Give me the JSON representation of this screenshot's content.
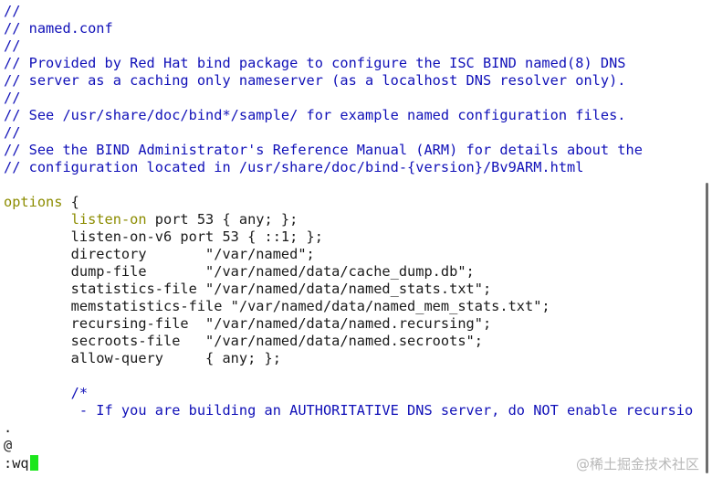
{
  "editor": {
    "lines": [
      {
        "text": "//",
        "style": "comment"
      },
      {
        "text": "// named.conf",
        "style": "comment"
      },
      {
        "text": "//",
        "style": "comment"
      },
      {
        "text": "// Provided by Red Hat bind package to configure the ISC BIND named(8) DNS",
        "style": "comment"
      },
      {
        "text": "// server as a caching only nameserver (as a localhost DNS resolver only).",
        "style": "comment"
      },
      {
        "text": "//",
        "style": "comment"
      },
      {
        "text": "// See /usr/share/doc/bind*/sample/ for example named configuration files.",
        "style": "comment"
      },
      {
        "text": "//",
        "style": "comment"
      },
      {
        "text": "// See the BIND Administrator's Reference Manual (ARM) for details about the",
        "style": "comment"
      },
      {
        "text": "// configuration located in /usr/share/doc/bind-{version}/Bv9ARM.html",
        "style": "comment"
      },
      {
        "text": "",
        "style": "plain"
      },
      {
        "text": "options {",
        "style": "keyword_first",
        "keyword": "options",
        "rest": " {"
      },
      {
        "text": "        listen-on port 53 { any; };",
        "style": "keyword_indent",
        "indent": "        ",
        "keyword": "listen-on",
        "rest": " port 53 { any; };"
      },
      {
        "text": "        listen-on-v6 port 53 { ::1; };",
        "style": "plain"
      },
      {
        "text": "        directory       \"/var/named\";",
        "style": "plain"
      },
      {
        "text": "        dump-file       \"/var/named/data/cache_dump.db\";",
        "style": "plain"
      },
      {
        "text": "        statistics-file \"/var/named/data/named_stats.txt\";",
        "style": "plain"
      },
      {
        "text": "        memstatistics-file \"/var/named/data/named_mem_stats.txt\";",
        "style": "plain"
      },
      {
        "text": "        recursing-file  \"/var/named/data/named.recursing\";",
        "style": "plain"
      },
      {
        "text": "        secroots-file   \"/var/named/data/named.secroots\";",
        "style": "plain"
      },
      {
        "text": "        allow-query     { any; };",
        "style": "plain"
      },
      {
        "text": "",
        "style": "plain"
      },
      {
        "text": "        /*",
        "style": "comment"
      },
      {
        "text": "         - If you are building an AUTHORITATIVE DNS server, do NOT enable recursion",
        "style": "comment"
      },
      {
        "text": ".",
        "style": "plain"
      },
      {
        "text": "@",
        "style": "plain"
      }
    ],
    "command_line": ":wq"
  },
  "watermark": "@稀土掘金技术社区",
  "colors": {
    "comment": "#1010b8",
    "keyword": "#8c8c00",
    "text": "#1a1a1a",
    "cursor": "#1ce61c",
    "background": "#ffffff"
  }
}
